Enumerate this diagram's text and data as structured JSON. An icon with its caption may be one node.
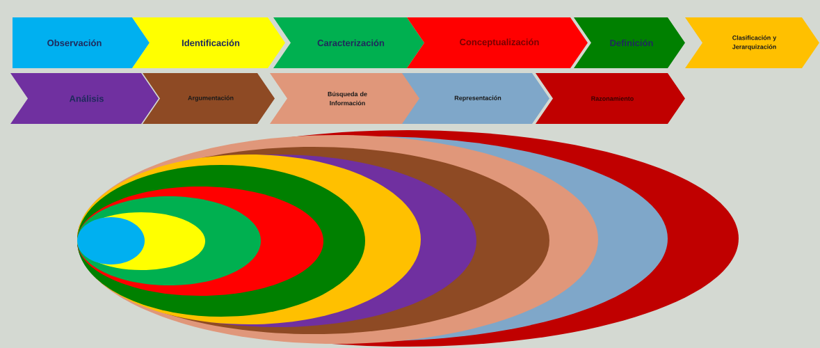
{
  "diagram": {
    "nodes": [
      {
        "text": [
          "Observación"
        ]
      },
      {
        "text": [
          "Identificación"
        ]
      },
      {
        "text": [
          "Caracterización"
        ]
      },
      {
        "text": [
          "Conceptualización"
        ]
      },
      {
        "text": [
          "Definición"
        ]
      },
      {
        "text": [
          "Clasificación y Jerarquización"
        ]
      },
      {
        "text": [
          "Análisis"
        ]
      },
      {
        "text": [
          "Argumentación"
        ]
      },
      {
        "text": [
          "Búsqueda de Información"
        ]
      },
      {
        "text": [
          "Representación"
        ]
      },
      {
        "text": [
          "Razonamiento"
        ]
      }
    ]
  }
}
